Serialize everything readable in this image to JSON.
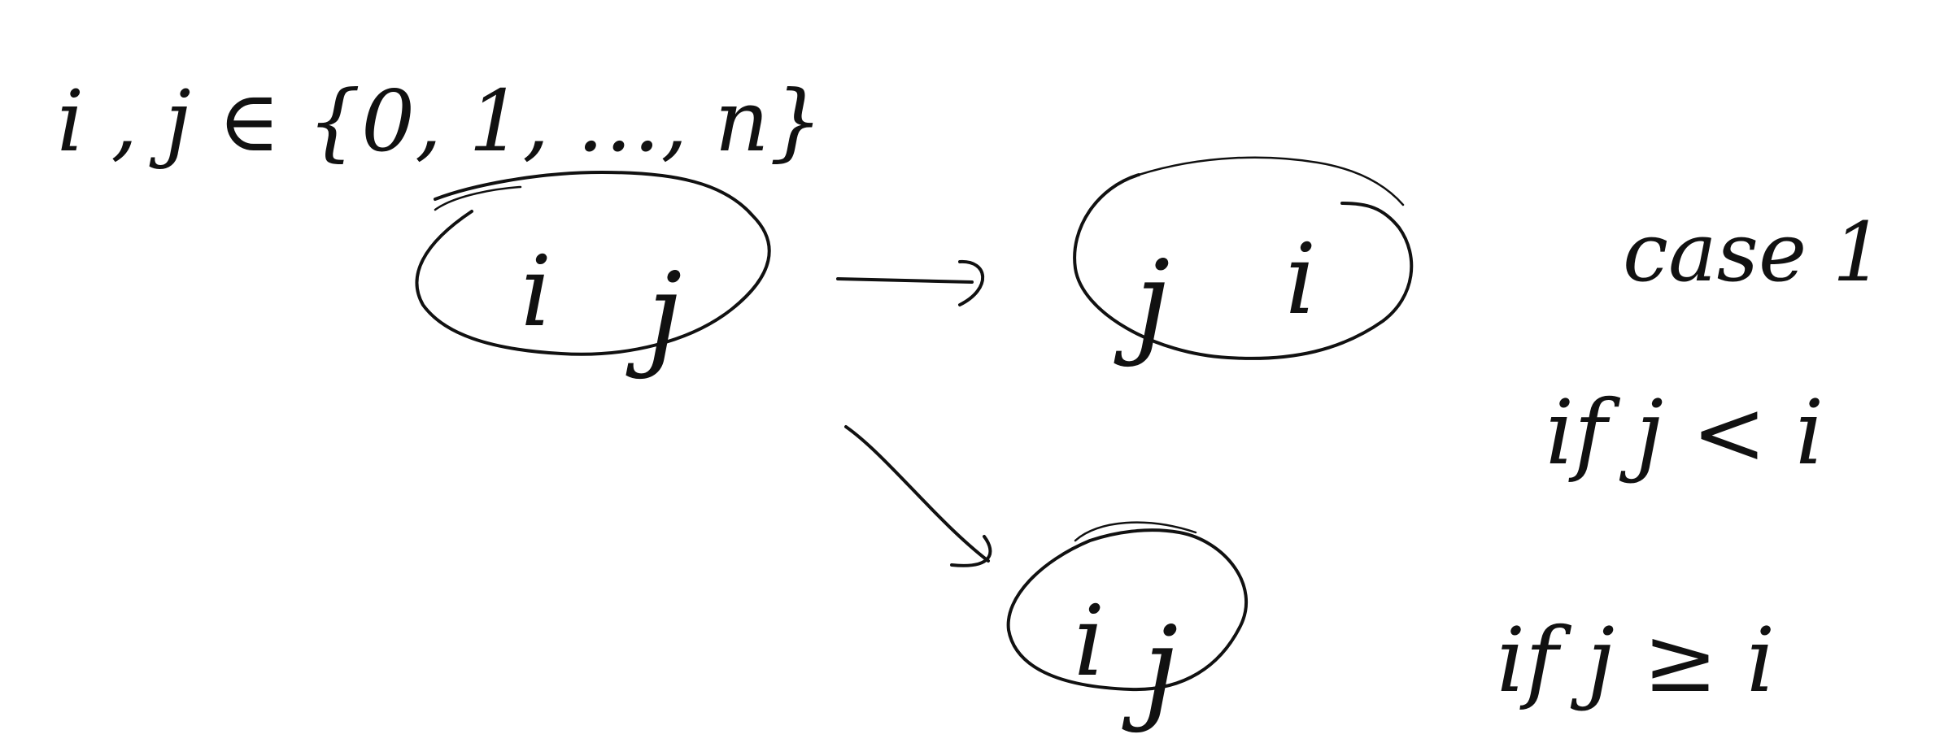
{
  "header": {
    "domain_statement": "i , j ∈ {0, 1, …, n}"
  },
  "nodes": {
    "top_left": {
      "left": "i",
      "right": "j"
    },
    "top_right": {
      "left": "j",
      "right": "i"
    },
    "bottom": {
      "left": "i",
      "right": "j"
    }
  },
  "notes": {
    "case_title": "case 1",
    "condition_1": "if  j < i",
    "condition_2": "if  j ≥ i"
  },
  "colors": {
    "ink": "#111111",
    "background": "#ffffff"
  }
}
